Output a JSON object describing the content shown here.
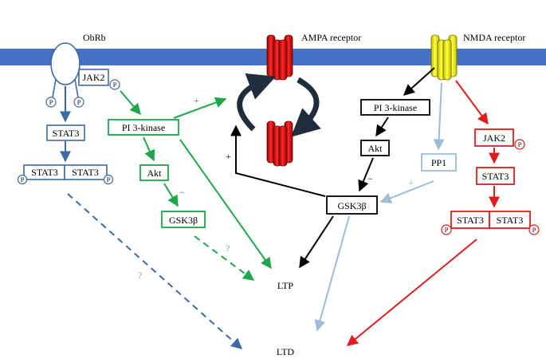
{
  "receptors": {
    "obrb": "ObRb",
    "ampa": "AMPA receptor",
    "nmda": "NMDA receptor"
  },
  "left_pathway": {
    "jak2": "JAK2",
    "stat3": "STAT3",
    "stat3_dimer_a": "STAT3",
    "stat3_dimer_b": "STAT3",
    "phospho": "P"
  },
  "green_pathway": {
    "pi3k": "PI 3-kinase",
    "akt": "Akt",
    "gsk3b": "GSK3β"
  },
  "black_pathway": {
    "pi3k": "PI 3-kinase",
    "akt": "Akt",
    "gsk3b": "GSK3β"
  },
  "pp1": "PP1",
  "red_pathway": {
    "jak2": "JAK2",
    "stat3": "STAT3",
    "stat3_dimer_a": "STAT3",
    "stat3_dimer_b": "STAT3",
    "phospho": "P"
  },
  "outcomes": {
    "ltp": "LTP",
    "ltd": "LTD"
  },
  "signs": {
    "plus": "+",
    "minus": "−",
    "question": "?"
  },
  "colors": {
    "membrane": "#4472c4",
    "blue_pathway": "#3d6aa6",
    "green_pathway": "#1ea84b",
    "red_pathway": "#e31b1b",
    "light_blue": "#9dbcd8",
    "ampa_red": "#e00000",
    "nmda_yellow": "#ffff00",
    "cycle_arrow": "#1f2d3d"
  }
}
